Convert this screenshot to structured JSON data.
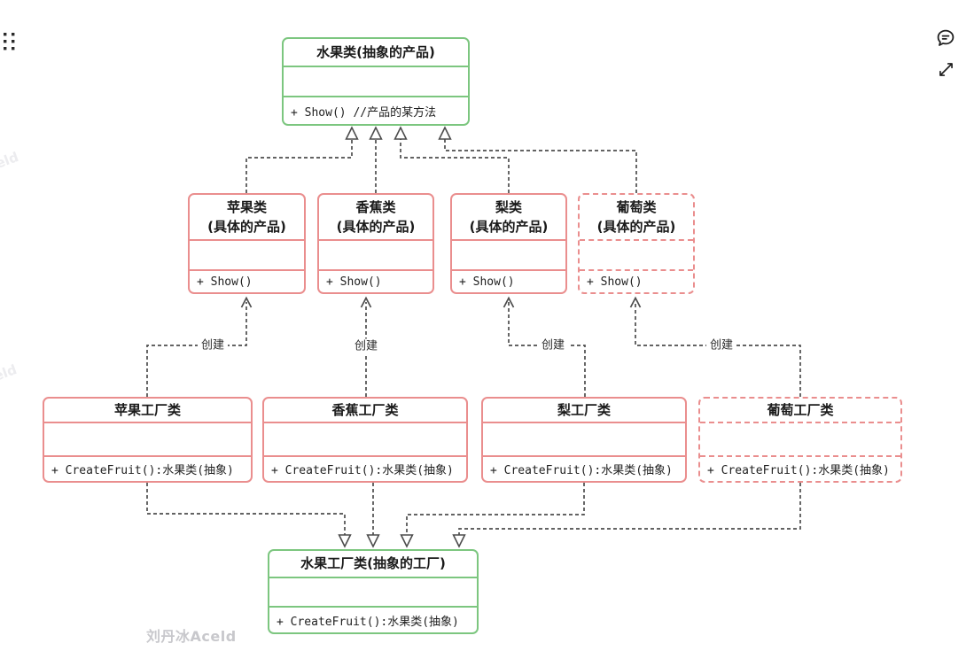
{
  "colors": {
    "abstract_green": "#7cc67f",
    "concrete_red": "#ea8e8e",
    "connector_gray": "#4d4d4d",
    "watermark_gray": "#c8c8cc"
  },
  "icons": {
    "top_left": "drag-handle",
    "top_right_1": "comment-bubble",
    "top_right_2": "expand-fullscreen"
  },
  "classes": {
    "fruit": {
      "title": "水果类(抽象的产品)",
      "method": "+ Show() //产品的某方法"
    },
    "apple": {
      "title": "苹果类",
      "subtitle": "(具体的产品)",
      "method": "+ Show()"
    },
    "banana": {
      "title": "香蕉类",
      "subtitle": "(具体的产品)",
      "method": "+ Show()"
    },
    "pear": {
      "title": "梨类",
      "subtitle": "(具体的产品)",
      "method": "+ Show()"
    },
    "grape": {
      "title": "葡萄类",
      "subtitle": "(具体的产品)",
      "method": "+ Show()"
    },
    "apple_factory": {
      "title": "苹果工厂类",
      "method": "+ CreateFruit():水果类(抽象)"
    },
    "banana_factory": {
      "title": "香蕉工厂类",
      "method": "+ CreateFruit():水果类(抽象)"
    },
    "pear_factory": {
      "title": "梨工厂类",
      "method": "+ CreateFruit():水果类(抽象)"
    },
    "grape_factory": {
      "title": "葡萄工厂类",
      "method": "+ CreateFruit():水果类(抽象)"
    },
    "fruit_factory": {
      "title": "水果工厂类(抽象的工厂)",
      "method": "+ CreateFruit():水果类(抽象)"
    }
  },
  "edge_labels": {
    "create": "创建"
  },
  "watermarks": {
    "main": "刘丹冰Aceld",
    "fragment": "eld"
  }
}
